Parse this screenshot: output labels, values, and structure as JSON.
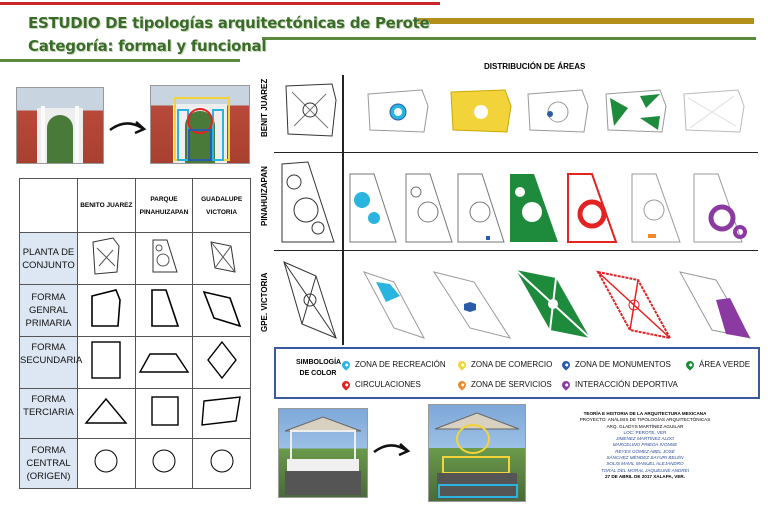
{
  "header": {
    "title_line1": "ESTUDIO DE tipologías arquitectónicas de Perote",
    "title_line2": "Categoría: formal y funcional",
    "colors": {
      "red_bar": "#c8262a",
      "gold_bar": "#b38f1c",
      "green_bar": "#5c8a3c",
      "title_text": "#3a6b2a"
    }
  },
  "distribution": {
    "heading": "DISTRIBUCIÓN DE ÁREAS",
    "rows": [
      {
        "label": "BENIT JUAREZ"
      },
      {
        "label": "PINAHUIZAPAN"
      },
      {
        "label": "GPE. VICTORIA"
      }
    ]
  },
  "table": {
    "columns": [
      "BENITO JUAREZ",
      "PARQUE PINAHUIZAPAN",
      "GUADALUPE VICTORIA"
    ],
    "rows": [
      "PLANTA DE CONJUNTO",
      "FORMA GENRAL PRIMARIA",
      "FORMA SECUNDARIA",
      "FORMA TERCIARIA",
      "FORMA CENTRAL (ORIGEN)"
    ]
  },
  "legend": {
    "title": "SIMBOLOGÍA DE COLOR",
    "items": [
      {
        "label": "ZONA DE RECREACIÓN",
        "color": "#29b5e0"
      },
      {
        "label": "ZONA DE COMERCIO",
        "color": "#f2d43a"
      },
      {
        "label": "ZONA DE MONUMENTOS",
        "color": "#2a5caa"
      },
      {
        "label": "ÁREA VERDE",
        "color": "#1e8a3c"
      },
      {
        "label": "CIRCULACIONES",
        "color": "#e32222"
      },
      {
        "label": "ZONA DE SERVICIOS",
        "color": "#ee8a2c"
      },
      {
        "label": "INTERACCIÓN DEPORTIVA",
        "color": "#8a3aa0"
      }
    ]
  },
  "credits": {
    "lines": [
      "TEORÍA E HISTORIA DE LA ARQUITECTURA MEXICANA",
      "PROYECTO: ANÁLISIS DE TIPOLOGÍAS ARQUITECTÓNICAS",
      "ARQ. GLADYS MARTÍNEZ AGUILAR",
      "LOC: PEROTE, VER",
      "JIMENEZ MARTÍNEZ ALDO",
      "MARCELINO PINEDA IVONNE",
      "REYES GÓMEZ ABEL JOSÉ",
      "SÁNCHEZ MÉNDEZ SAYURI BELÉN",
      "SOLIS MAVIL MANUEL ALEJANDRO",
      "TORAL DEL MORAL JAQUELINE ANDREI",
      "27 DE ABRIL DE 2017  XALAPA, VER."
    ]
  }
}
